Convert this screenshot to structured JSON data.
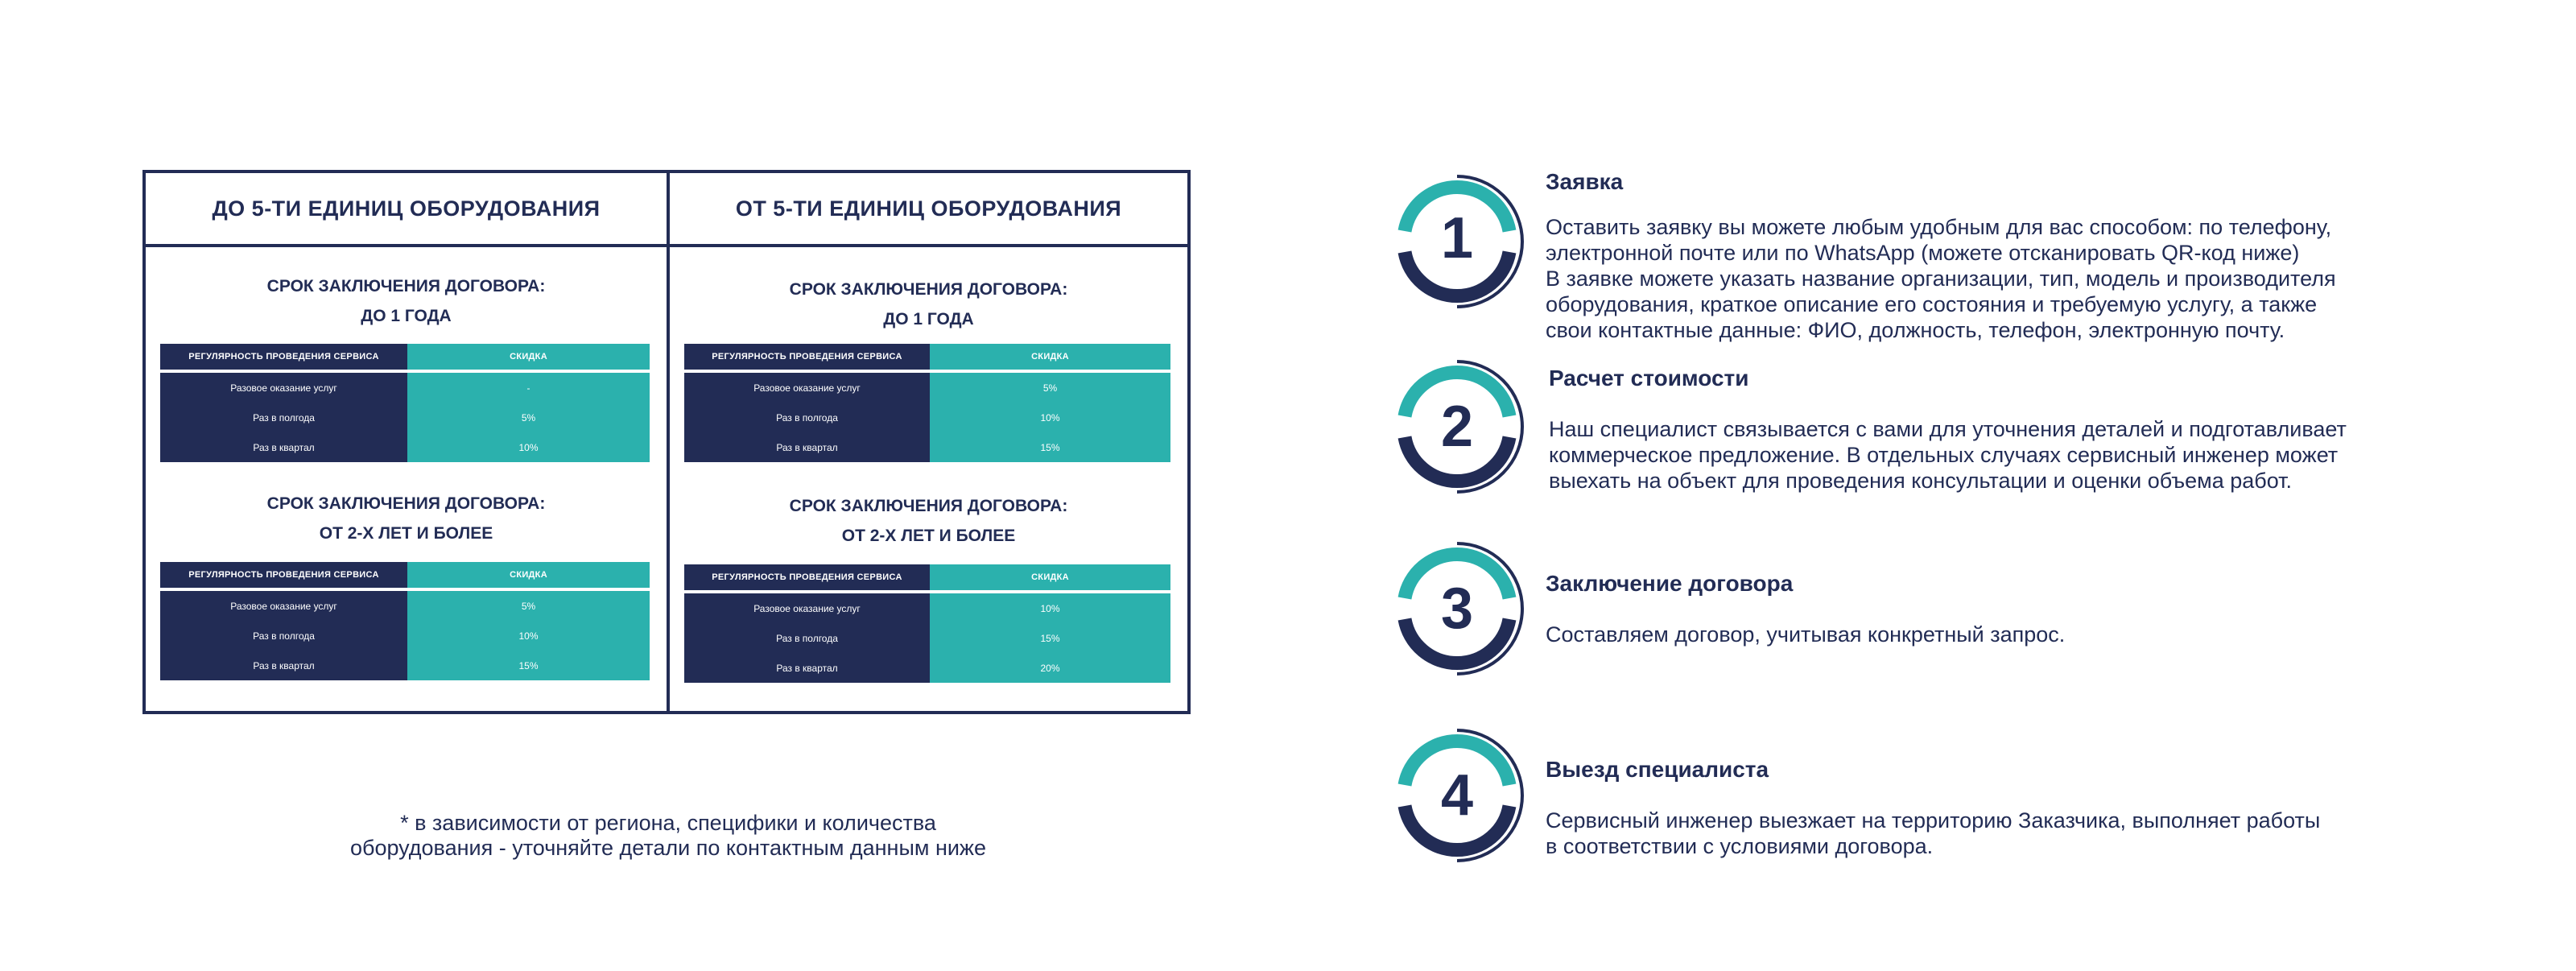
{
  "pricing": {
    "columns": [
      {
        "header": "ДО 5-ТИ ЕДИНИЦ ОБОРУДОВАНИЯ",
        "blocks": [
          {
            "term_line1": "СРОК ЗАКЛЮЧЕНИЯ ДОГОВОРА:",
            "term_line2": "ДО 1 ГОДА",
            "table_header": [
              "РЕГУЛЯРНОСТЬ ПРОВЕДЕНИЯ СЕРВИСА",
              "СКИДКА"
            ],
            "rows": [
              [
                "Разовое оказание услуг",
                "-"
              ],
              [
                "Раз в полгода",
                "5%"
              ],
              [
                "Раз в квартал",
                "10%"
              ]
            ]
          },
          {
            "term_line1": "СРОК ЗАКЛЮЧЕНИЯ ДОГОВОРА:",
            "term_line2": "ОТ 2-Х ЛЕТ И БОЛЕЕ",
            "table_header": [
              "РЕГУЛЯРНОСТЬ ПРОВЕДЕНИЯ СЕРВИСА",
              "СКИДКА"
            ],
            "rows": [
              [
                "Разовое оказание услуг",
                "5%"
              ],
              [
                "Раз в полгода",
                "10%"
              ],
              [
                "Раз в квартал",
                "15%"
              ]
            ]
          }
        ]
      },
      {
        "header": "ОТ 5-ТИ ЕДИНИЦ ОБОРУДОВАНИЯ",
        "blocks": [
          {
            "term_line1": "СРОК ЗАКЛЮЧЕНИЯ ДОГОВОРА:",
            "term_line2": "ДО 1 ГОДА",
            "table_header": [
              "РЕГУЛЯРНОСТЬ ПРОВЕДЕНИЯ СЕРВИСА",
              "СКИДКА"
            ],
            "rows": [
              [
                "Разовое оказание услуг",
                "5%"
              ],
              [
                "Раз в полгода",
                "10%"
              ],
              [
                "Раз в квартал",
                "15%"
              ]
            ]
          },
          {
            "term_line1": "СРОК ЗАКЛЮЧЕНИЯ ДОГОВОРА:",
            "term_line2": "ОТ 2-Х ЛЕТ И БОЛЕЕ",
            "table_header": [
              "РЕГУЛЯРНОСТЬ ПРОВЕДЕНИЯ СЕРВИСА",
              "СКИДКА"
            ],
            "rows": [
              [
                "Разовое оказание услуг",
                "10%"
              ],
              [
                "Раз в полгода",
                "15%"
              ],
              [
                "Раз в квартал",
                "20%"
              ]
            ]
          }
        ]
      }
    ],
    "footnote_line1": "* в зависимости от региона, специфики и количества",
    "footnote_line2": "оборудования - уточняйте детали по контактным данным ниже"
  },
  "steps": [
    {
      "number": "1",
      "title": "Заявка",
      "lines": [
        "Оставить заявку вы можете любым удобным для вас способом: по телефону,",
        "электронной почте или по WhatsApp (можете отсканировать QR-код ниже)",
        "В заявке можете указать название организации, тип, модель и производителя",
        "оборудования, краткое описание его состояния и требуемую услугу, а также",
        "свои контактные данные: ФИО, должность, телефон, электронную почту."
      ]
    },
    {
      "number": "2",
      "title": "Расчет стоимости",
      "lines": [
        "Наш специалист связывается с вами для уточнения деталей и подготавливает",
        "коммерческое предложение. В отдельных случаях сервисный инженер может",
        "выехать на объект для проведения консультации и оценки объема работ."
      ]
    },
    {
      "number": "3",
      "title": "Заключение договора",
      "lines": [
        "Составляем договор, учитывая конкретный запрос."
      ]
    },
    {
      "number": "4",
      "title": "Выезд специалиста",
      "lines": [
        "Сервисный инженер выезжает на территорию Заказчика, выполняет работы",
        "в соответствии с условиями договора."
      ]
    }
  ],
  "colors": {
    "navy": "#222c55",
    "teal": "#2bb1ad",
    "background": "#ffffff"
  }
}
